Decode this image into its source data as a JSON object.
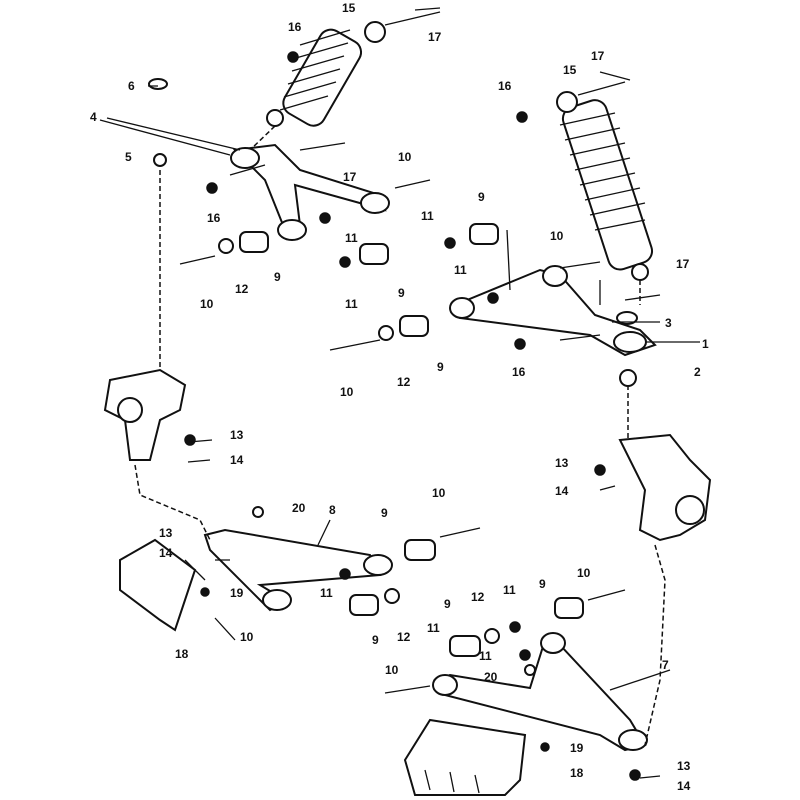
{
  "title": "Front suspension exploded parts diagram",
  "labels": [
    "16",
    "15",
    "17",
    "6",
    "4",
    "5",
    "17",
    "10",
    "16",
    "11",
    "11",
    "9",
    "10",
    "12",
    "9",
    "11",
    "9",
    "16",
    "15",
    "17",
    "10",
    "11",
    "17",
    "3",
    "1",
    "16",
    "10",
    "12",
    "9",
    "2",
    "13",
    "14",
    "13",
    "14",
    "20",
    "8",
    "9",
    "10",
    "13",
    "14",
    "19",
    "11",
    "10",
    "18",
    "9",
    "12",
    "11",
    "9",
    "12",
    "11",
    "9",
    "10",
    "11",
    "20",
    "10",
    "7",
    "19",
    "18",
    "13",
    "14"
  ]
}
